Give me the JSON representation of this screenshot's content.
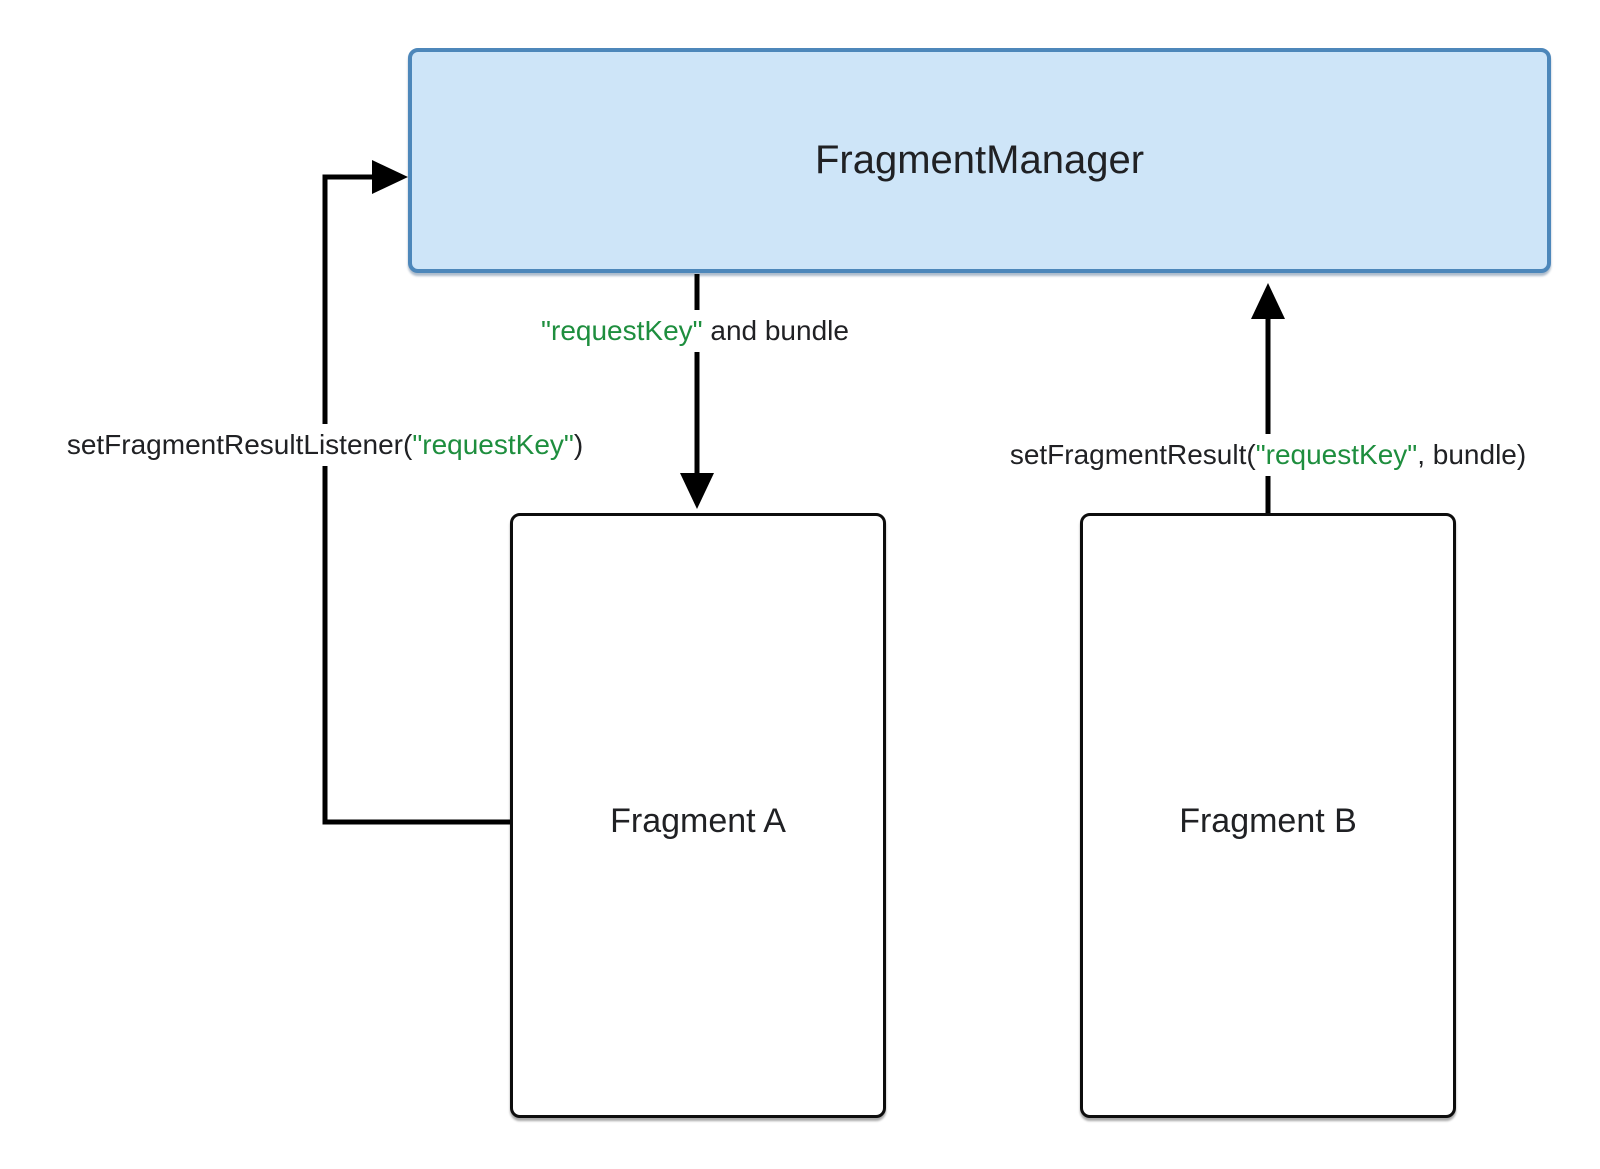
{
  "diagram": {
    "title_node": "FragmentManager",
    "nodes": [
      {
        "id": "fragment-manager",
        "label": "FragmentManager"
      },
      {
        "id": "fragment-a",
        "label": "Fragment A"
      },
      {
        "id": "fragment-b",
        "label": "Fragment B"
      }
    ],
    "edges": [
      {
        "from": "fragment-a",
        "to": "fragment-manager",
        "style": "solid-elbow",
        "label_parts": {
          "prefix": "setFragmentResultListener(",
          "key": "\"requestKey\"",
          "suffix": ")"
        }
      },
      {
        "from": "fragment-manager",
        "to": "fragment-a",
        "style": "solid-straight",
        "label_parts": {
          "prefix": "",
          "key": "\"requestKey\"",
          "suffix": " and bundle"
        }
      },
      {
        "from": "fragment-b",
        "to": "fragment-manager",
        "style": "solid-straight",
        "label_parts": {
          "prefix": "setFragmentResult(",
          "key": "\"requestKey\"",
          "suffix": ", bundle)"
        }
      }
    ]
  },
  "colors": {
    "accent_green": "#1e8e3e",
    "text": "#202124",
    "manager_fill": "#cee5f8",
    "manager_border": "#4d87ba",
    "connector": "#000000",
    "canvas_bg": "#ffffff"
  }
}
